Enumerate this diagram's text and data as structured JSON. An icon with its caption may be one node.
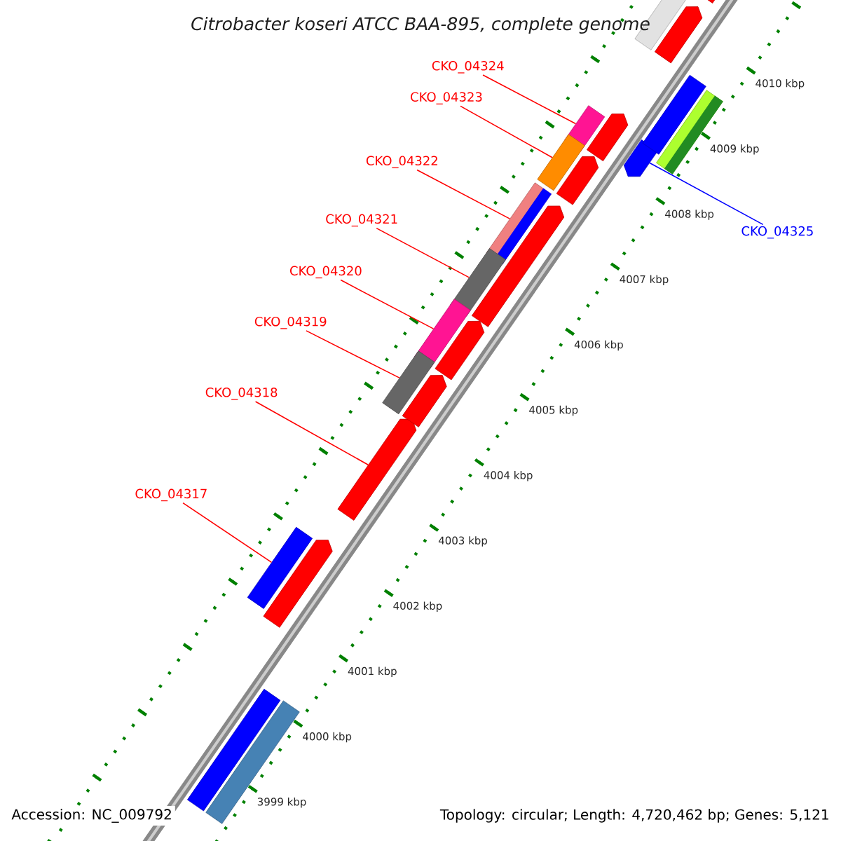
{
  "diagram": {
    "title": "Citrobacter koseri ATCC BAA-895, complete genome",
    "nodes": [
      {
        "text": [
          "CKO_04324"
        ]
      },
      {
        "text": [
          "CKO_04323"
        ]
      },
      {
        "text": [
          "CKO_04322"
        ]
      },
      {
        "text": [
          "CKO_04321"
        ]
      },
      {
        "text": [
          "CKO_04325"
        ]
      },
      {
        "text": [
          "CKO_04320"
        ]
      },
      {
        "text": [
          "CKO_04319"
        ]
      },
      {
        "text": [
          "CKO_04318"
        ]
      },
      {
        "text": [
          "CKO_04317"
        ]
      },
      {
        "text": [],
        "shape": "bar"
      },
      {
        "text": [],
        "shape": "bar"
      },
      {
        "text": [],
        "shape": "bar"
      },
      {
        "text": [],
        "shape": "bar"
      },
      {
        "text": [],
        "shape": "arrow"
      },
      {
        "text": [],
        "shape": "bar"
      },
      {
        "text": [],
        "shape": "bar"
      },
      {
        "text": [],
        "shape": "arrow"
      },
      {
        "text": [],
        "shape": "bar"
      },
      {
        "text": [],
        "shape": "arrow"
      },
      {
        "text": [],
        "shape": "arrow"
      },
      {
        "text": [],
        "shape": "arrow"
      },
      {
        "text": [],
        "shape": "arrow"
      },
      {
        "text": [],
        "shape": "arrow"
      },
      {
        "text": [],
        "shape": "arrow"
      },
      {
        "text": [],
        "shape": "arrow"
      },
      {
        "text": [],
        "shape": "arrow"
      },
      {
        "text": [],
        "shape": "bar"
      },
      {
        "text": [],
        "shape": "bar"
      },
      {
        "text": [],
        "shape": "bar"
      },
      {
        "text": [],
        "shape": "bar"
      },
      {
        "text": [],
        "shape": "bar"
      }
    ],
    "edges": [
      {
        "from": 0,
        "to": 9,
        "arrow": "none"
      },
      {
        "from": 1,
        "to": 10,
        "arrow": "none"
      },
      {
        "from": 2,
        "to": 11,
        "arrow": "none"
      },
      {
        "from": 3,
        "to": 12,
        "arrow": "none"
      },
      {
        "from": 4,
        "to": 13,
        "arrow": "none",
        "color": "#0000ff"
      },
      {
        "from": 5,
        "to": 14,
        "arrow": "none"
      },
      {
        "from": 6,
        "to": 15,
        "arrow": "none"
      },
      {
        "from": 7,
        "to": 16,
        "arrow": "none"
      },
      {
        "from": 8,
        "to": 17,
        "arrow": "none"
      }
    ],
    "labels": [
      "4010 kbp",
      "4009 kbp",
      "4008 kbp",
      "4007 kbp",
      "4006 kbp",
      "4005 kbp",
      "4004 kbp",
      "4003 kbp",
      "4002 kbp",
      "4001 kbp",
      "4000 kbp",
      "3999 kbp",
      "Accession: NC_009792",
      "Topology: circular; Length: 4,720,462 bp; Genes: 5,121"
    ]
  }
}
